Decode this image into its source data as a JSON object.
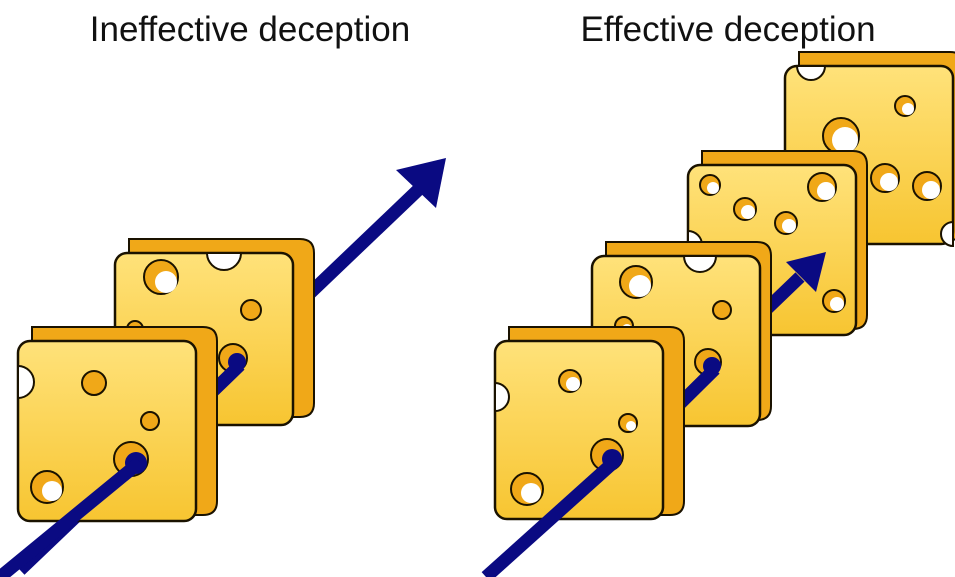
{
  "panels": [
    {
      "title": "Ineffective deception",
      "layers": 2
    },
    {
      "title": "Effective deception",
      "layers": 4
    }
  ],
  "colors": {
    "cheese_face": "#ffd740",
    "cheese_face_light": "#ffe27a",
    "cheese_edge": "#f0a818",
    "outline": "#1a1200",
    "arrow": "#0a0a82"
  },
  "icons": {
    "layer": "swiss-cheese-slice-icon",
    "threat": "arrow-icon"
  }
}
